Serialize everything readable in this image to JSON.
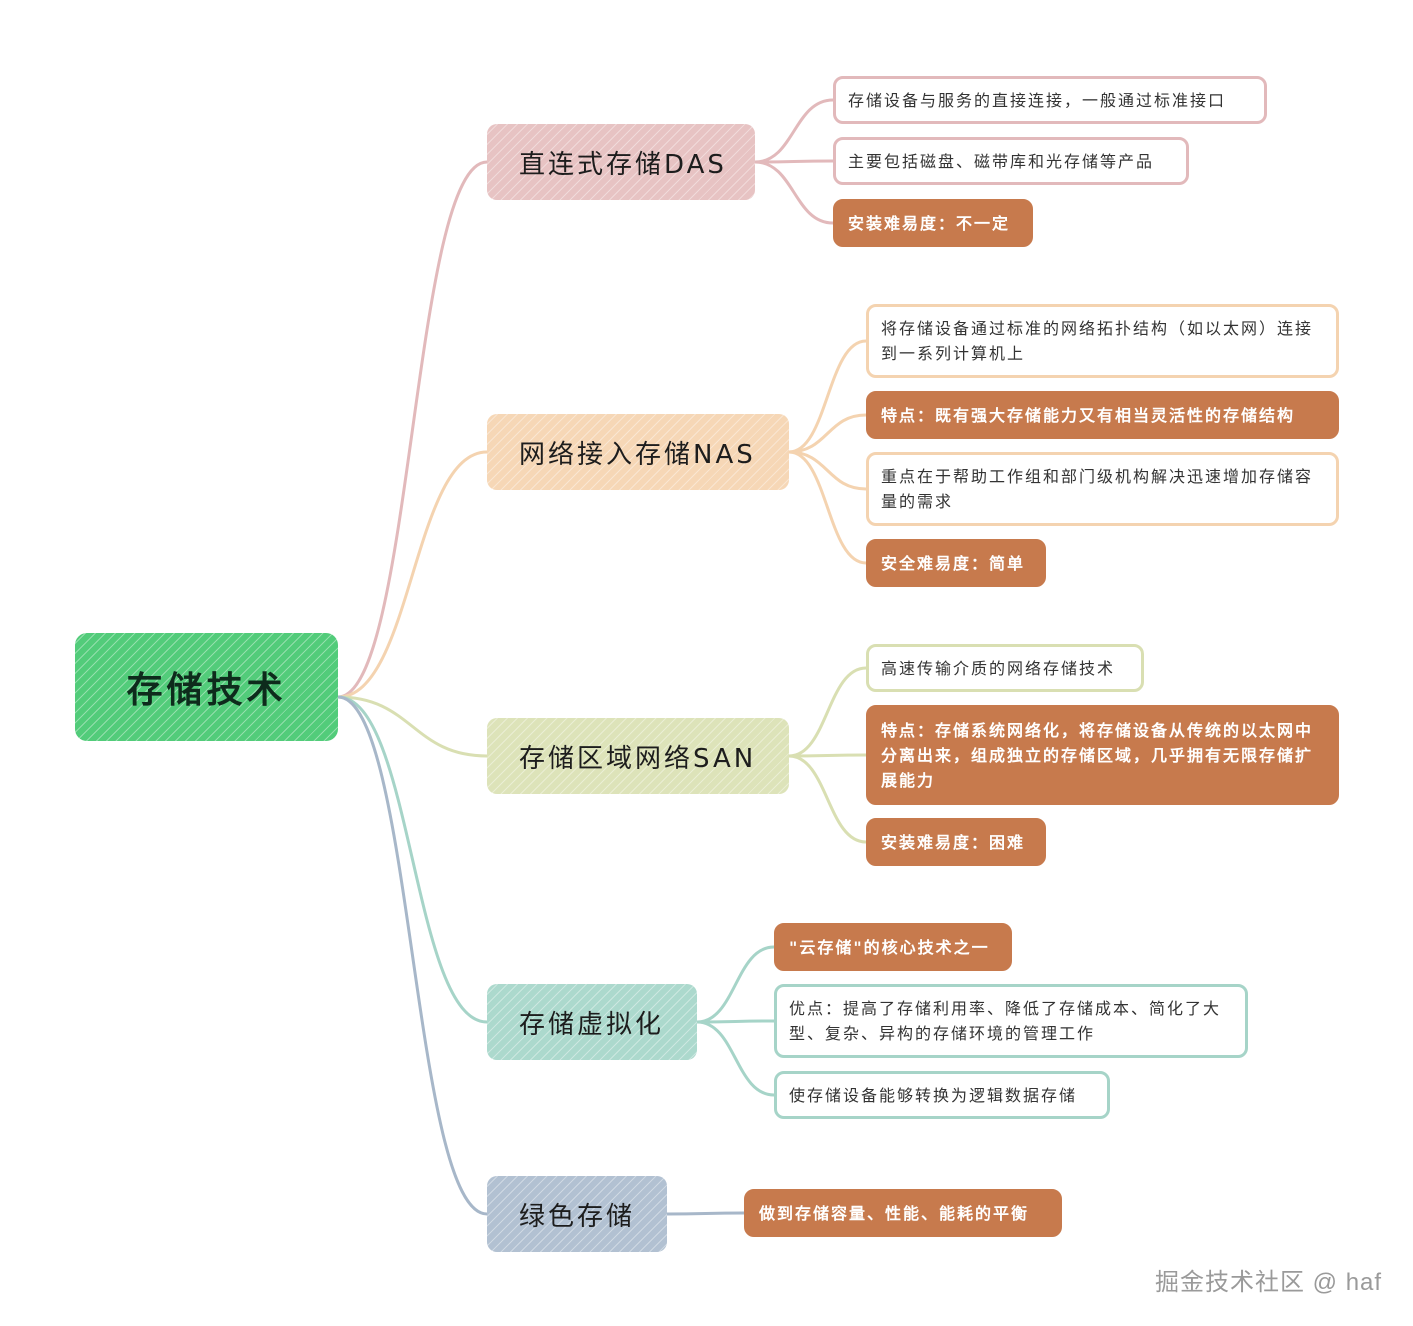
{
  "mindmap": {
    "root": {
      "label": "存储技术",
      "color": "#52cc7a"
    },
    "branches": [
      {
        "label": "直连式存储DAS",
        "color": "#e7c3c3",
        "line_color": "#e2b9bb",
        "children": [
          {
            "text": "存储设备与服务的直接连接，一般通过标准接口",
            "style": "outline"
          },
          {
            "text": "主要包括磁盘、磁带库和光存储等产品",
            "style": "outline"
          },
          {
            "text": "安装难易度：不一定",
            "style": "filled"
          }
        ]
      },
      {
        "label": "网络接入存储NAS",
        "color": "#f6d7b6",
        "line_color": "#f4d3b0",
        "children": [
          {
            "text": "将存储设备通过标准的网络拓扑结构（如以太网）连接到一系列计算机上",
            "style": "outline"
          },
          {
            "text": "特点：既有强大存储能力又有相当灵活性的存储结构",
            "style": "filled"
          },
          {
            "text": "重点在于帮助工作组和部门级机构解决迅速增加存储容量的需求",
            "style": "outline"
          },
          {
            "text": "安全难易度：简单",
            "style": "filled"
          }
        ]
      },
      {
        "label": "存储区域网络SAN",
        "color": "#dde3b9",
        "line_color": "#d9dfb2",
        "children": [
          {
            "text": "高速传输介质的网络存储技术",
            "style": "outline"
          },
          {
            "text": "特点：存储系统网络化，将存储设备从传统的以太网中分离出来，组成独立的存储区域，几乎拥有无限存储扩展能力",
            "style": "filled"
          },
          {
            "text": "安装难易度：困难",
            "style": "filled"
          }
        ]
      },
      {
        "label": "存储虚拟化",
        "color": "#acd9cd",
        "line_color": "#a6d4c8",
        "children": [
          {
            "text": "\"云存储\"的核心技术之一",
            "style": "filled"
          },
          {
            "text": "优点：提高了存储利用率、降低了存储成本、简化了大型、复杂、异构的存储环境的管理工作",
            "style": "outline"
          },
          {
            "text": "使存储设备能够转换为逻辑数据存储",
            "style": "outline"
          }
        ]
      },
      {
        "label": "绿色存储",
        "color": "#b2c1d2",
        "line_color": "#a7b7c9",
        "children": [
          {
            "text": "做到存储容量、性能、能耗的平衡",
            "style": "filled"
          }
        ]
      }
    ],
    "leaf_fill_color": "#c77a4d"
  },
  "watermark": "掘金技术社区 @ haf"
}
